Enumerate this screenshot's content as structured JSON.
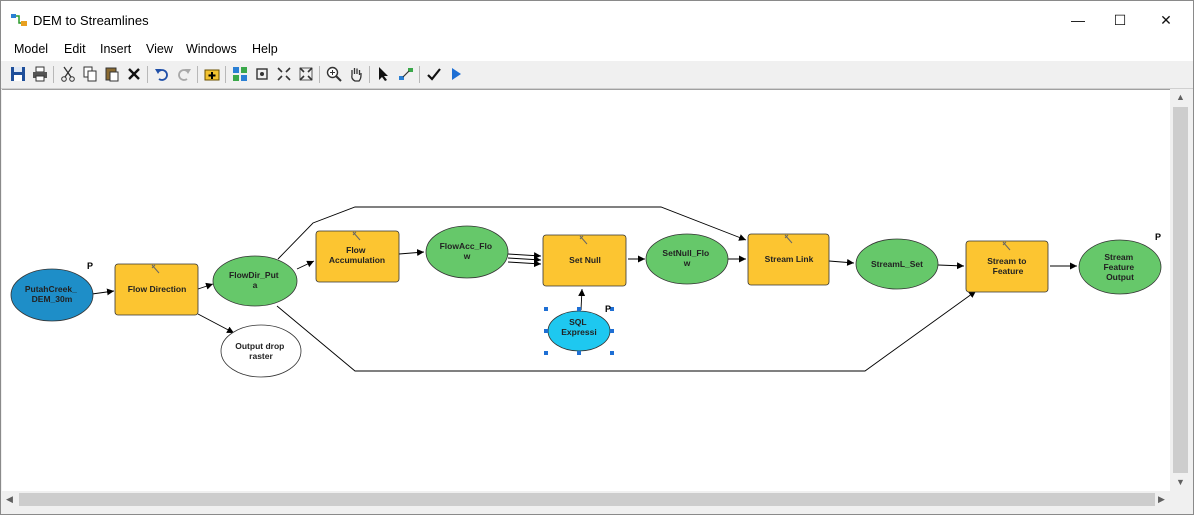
{
  "window": {
    "title": "DEM to Streamlines",
    "minimize_glyph": "—",
    "maximize_glyph": "☐",
    "close_glyph": "✕"
  },
  "menu": [
    "Model",
    "Edit",
    "Insert",
    "View",
    "Windows",
    "Help"
  ],
  "toolbar": [
    "save-icon",
    "print-icon",
    "cut-icon",
    "copy-icon",
    "paste-icon",
    "delete-icon",
    "undo-icon",
    "redo-icon",
    "add-data-icon",
    "auto-layout-icon",
    "full-extent-icon",
    "zoom-in-fixed-icon",
    "zoom-out-fixed-icon",
    "zoom-in-icon",
    "pan-icon",
    "select-icon",
    "connect-icon",
    "validate-icon",
    "run-icon"
  ],
  "colors": {
    "tool": "#fcc531",
    "derived": "#66c86a",
    "input": "#1e8ec8",
    "parameter": "#1ec8f0",
    "empty": "#ffffff",
    "outline": "#333333"
  },
  "model": {
    "parameter_marker": "P",
    "nodes": {
      "dem": "PutahCreek_DEM_30m",
      "flow_direction": "Flow Direction",
      "flowdir_out": "FlowDir_Puta",
      "output_drop": "Output drop raster",
      "flow_accumulation": "Flow Accumulation",
      "flowacc_out": "FlowAcc_Flow",
      "set_null": "Set Null",
      "sql_expression": "SQL Expressi",
      "setnull_out": "SetNull_Flow",
      "stream_link": "Stream Link",
      "streaml_out": "StreamL_Set",
      "stream_to_feature": "Stream to Feature",
      "stream_feature_output": "Stream Feature Output"
    }
  }
}
